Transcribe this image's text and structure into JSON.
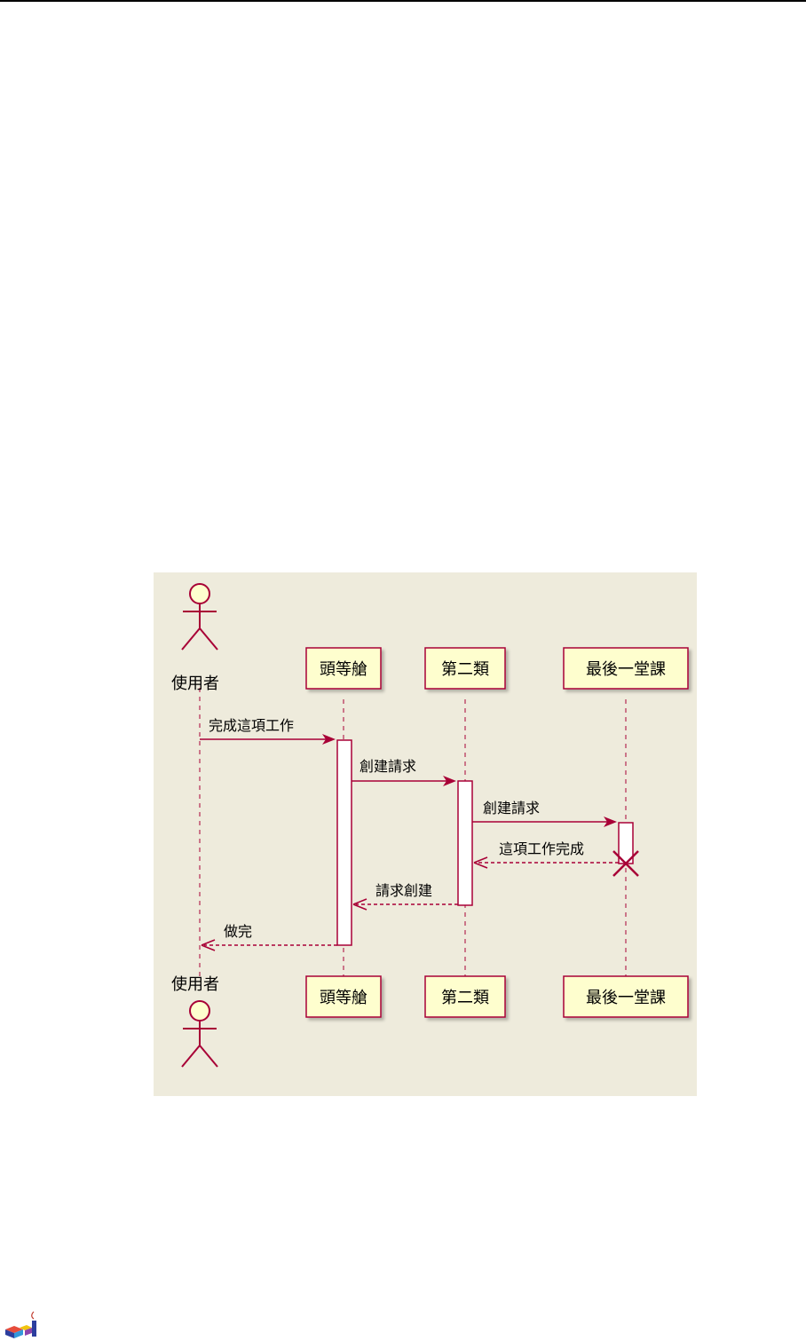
{
  "diagram": {
    "type": "sequence",
    "participants": [
      {
        "id": "user",
        "label": "使用者",
        "kind": "actor"
      },
      {
        "id": "head",
        "label": "頭等艙",
        "kind": "participant"
      },
      {
        "id": "second",
        "label": "第二類",
        "kind": "participant"
      },
      {
        "id": "last",
        "label": "最後一堂課",
        "kind": "participant"
      }
    ],
    "messages": [
      {
        "from": "user",
        "to": "head",
        "label": "完成這項工作",
        "style": "solid"
      },
      {
        "from": "head",
        "to": "second",
        "label": "創建請求",
        "style": "solid"
      },
      {
        "from": "second",
        "to": "last",
        "label": "創建請求",
        "style": "solid"
      },
      {
        "from": "last",
        "to": "second",
        "label": "這項工作完成",
        "style": "dashed",
        "destroy_source": true
      },
      {
        "from": "second",
        "to": "head",
        "label": "請求創建",
        "style": "dashed"
      },
      {
        "from": "head",
        "to": "user",
        "label": "做完",
        "style": "dashed"
      }
    ],
    "colors": {
      "background": "#eeebdc",
      "participant_fill": "#fefece",
      "border": "#a80036",
      "arrow": "#a80036",
      "text": "#000000"
    }
  },
  "footer": {
    "logo_icon": "publisher-logo-icon"
  }
}
